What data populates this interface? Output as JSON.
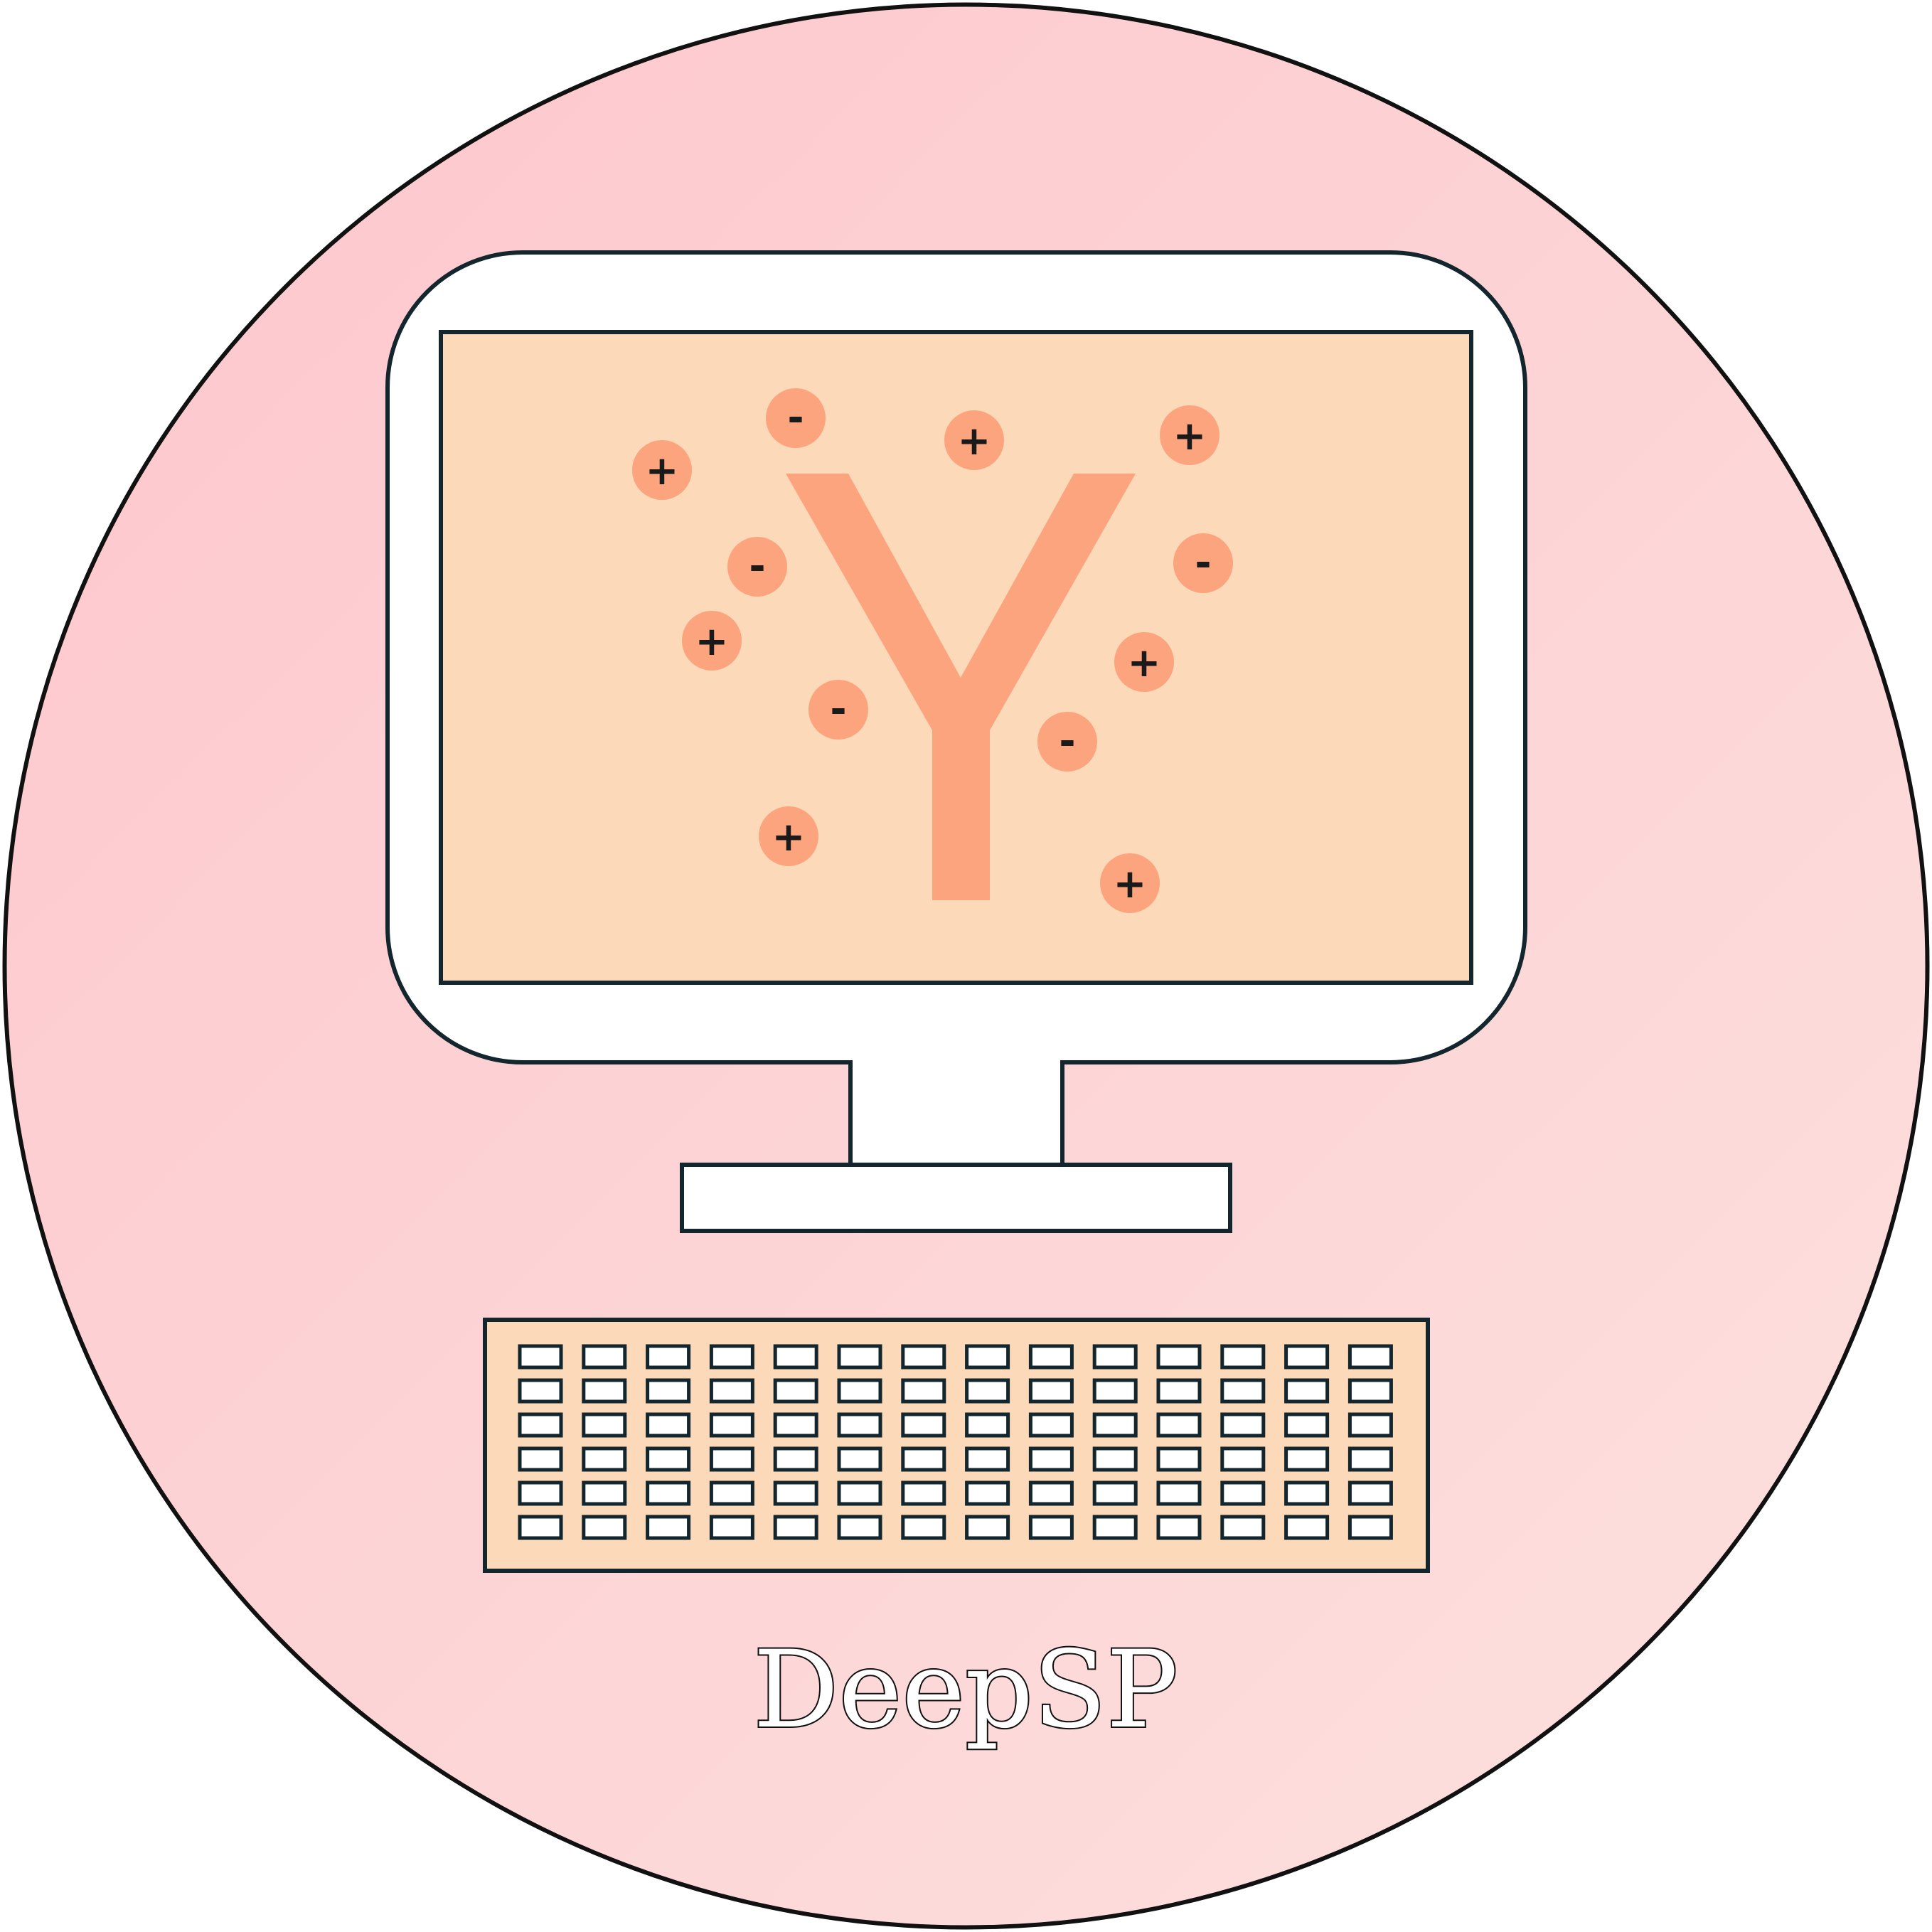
{
  "title": "DeepSP",
  "colors": {
    "background_top": "#fdc6cc",
    "background_bottom": "#fde1df",
    "outline": "#111111",
    "monitor_body": "#ffffff",
    "screen_fill": "#fcd9b9",
    "antibody": "#fca47e",
    "charge_circle": "#fca47e",
    "keyboard_fill": "#fcd9b9",
    "key_fill": "#ffffff",
    "key_stroke": "#13252d"
  },
  "icons": {
    "antibody": "antibody-y-icon",
    "positive_charge": "plus-charge-icon",
    "negative_charge": "minus-charge-icon",
    "computer": "desktop-computer-icon",
    "keyboard": "keyboard-icon"
  },
  "charges": [
    "-",
    "+",
    "+",
    "+",
    "-",
    "-",
    "+",
    "+",
    "-",
    "-",
    "+",
    "+"
  ],
  "keyboard": {
    "rows": 6,
    "columns": 14
  }
}
